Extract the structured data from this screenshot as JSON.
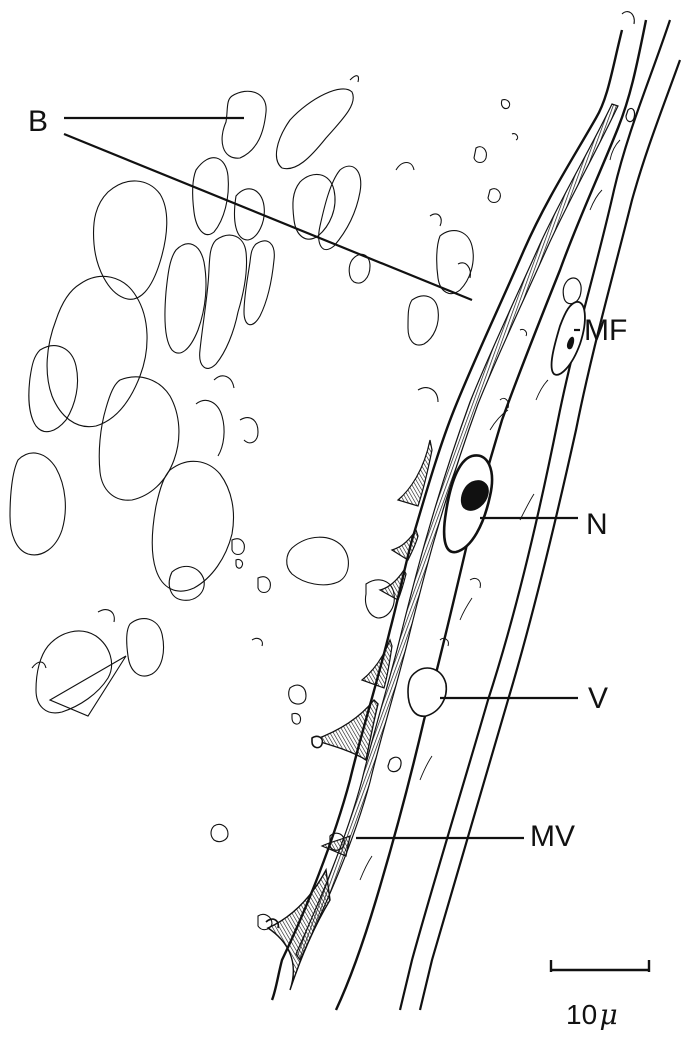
{
  "labels": {
    "B": "B",
    "MF": "MF",
    "N": "N",
    "V": "V",
    "MV": "MV"
  },
  "scale_bar": {
    "value": "10",
    "unit": "μ"
  },
  "colors": {
    "ink": "#111111",
    "background": "#ffffff"
  }
}
